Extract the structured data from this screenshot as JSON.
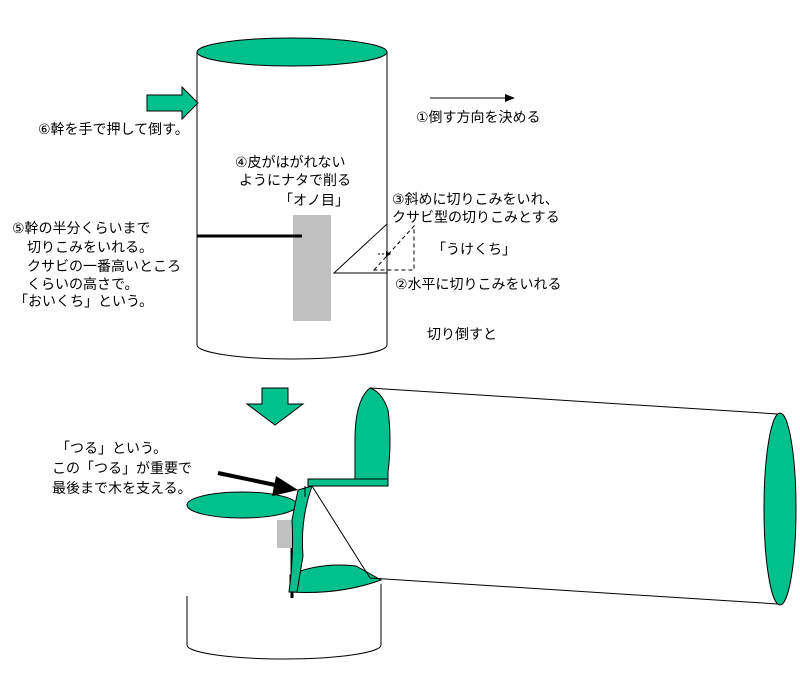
{
  "labels": {
    "push_trunk": "⑥幹を手で押して倒す。",
    "direction": "①倒す方向を決める",
    "bark_line1": "④皮がはがれない",
    "bark_line2": "ようにナタで削る",
    "axe_mark": "「オノ目」",
    "diagonal_line1": "③斜めに切りこみをいれ、",
    "diagonal_line2": "クサビ型の切りこみとする",
    "ukekuchi": "「うけくち」",
    "horizontal_cut": "②水平に切りこみをいれる",
    "half_line1": "⑤幹の半分くらいまで",
    "half_line2": "切りこみをいれる。",
    "half_line3": "クサビの一番高いところ",
    "half_line4": "くらいの高さで。",
    "half_line5": "「おいくち」という。",
    "after_cut": "切り倒すと",
    "tsuru_line1": "「つる」という。",
    "tsuru_line2": "この「つる」が重要で",
    "tsuru_line3": "最後まで木を支える。"
  },
  "colors": {
    "accent": "#00c08b",
    "mark_gray": "#c0c0c0",
    "line": "#000000"
  }
}
